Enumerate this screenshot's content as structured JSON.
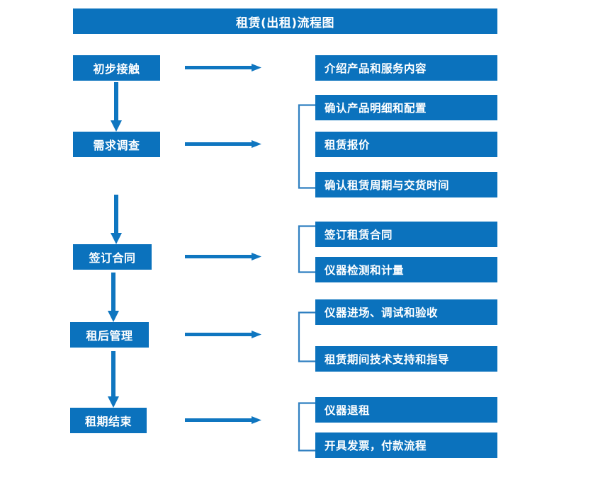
{
  "diagram": {
    "title": "租赁(出租)流程图",
    "colors": {
      "box_blue": "#0b72bd",
      "arrow_blue": "#0f76c0",
      "bracket_blue": "#2f7fc1",
      "text_white": "#ffffff",
      "background": "#ffffff"
    },
    "stages": [
      {
        "label": "初步接触"
      },
      {
        "label": "需求调查"
      },
      {
        "label": "签订合同"
      },
      {
        "label": "租后管理"
      },
      {
        "label": "租期结束"
      }
    ],
    "details": [
      {
        "label": "介绍产品和服务内容"
      },
      {
        "label": "确认产品明细和配置"
      },
      {
        "label": "租赁报价"
      },
      {
        "label": "确认租赁周期与交货时间"
      },
      {
        "label": "签订租赁合同"
      },
      {
        "label": "仪器检测和计量"
      },
      {
        "label": "仪器进场、调试和验收"
      },
      {
        "label": "租赁期间技术支持和指导"
      },
      {
        "label": "仪器退租"
      },
      {
        "label": "开具发票，付款流程"
      }
    ],
    "groups": [
      {
        "stage": "需求调查",
        "detail_labels": [
          "确认产品明细和配置",
          "租赁报价",
          "确认租赁周期与交货时间"
        ]
      },
      {
        "stage": "签订合同",
        "detail_labels": [
          "签订租赁合同",
          "仪器检测和计量"
        ]
      },
      {
        "stage": "租后管理",
        "detail_labels": [
          "仪器进场、调试和验收",
          "租赁期间技术支持和指导"
        ]
      },
      {
        "stage": "租期结束",
        "detail_labels": [
          "仪器退租",
          "开具发票，付款流程"
        ]
      }
    ]
  }
}
